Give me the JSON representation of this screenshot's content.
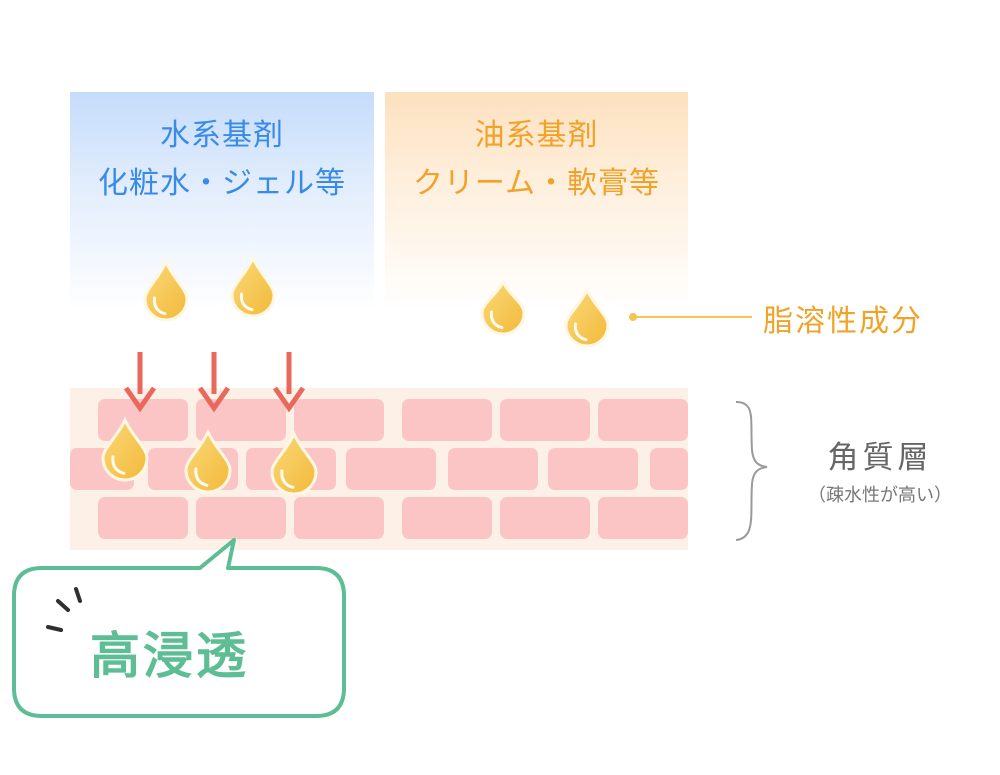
{
  "water_panel": {
    "title_line1": "水系基剤",
    "title_line2": "化粧水・ジェル等"
  },
  "oil_panel": {
    "title_line1": "油系基剤",
    "title_line2": "クリーム・軟膏等"
  },
  "oil_ingredient_label": "脂溶性成分",
  "stratum_corneum": {
    "title": "角質層",
    "note": "（疎水性が高い）"
  },
  "callout": {
    "text": "高浸透"
  },
  "colors": {
    "water_text": "#3a8be8",
    "oil_text": "#f0a229",
    "droplet_fill": "#f6c453",
    "arrow": "#e8685c",
    "brick": "#fcc5c5",
    "callout_accent": "#5dbd94"
  }
}
